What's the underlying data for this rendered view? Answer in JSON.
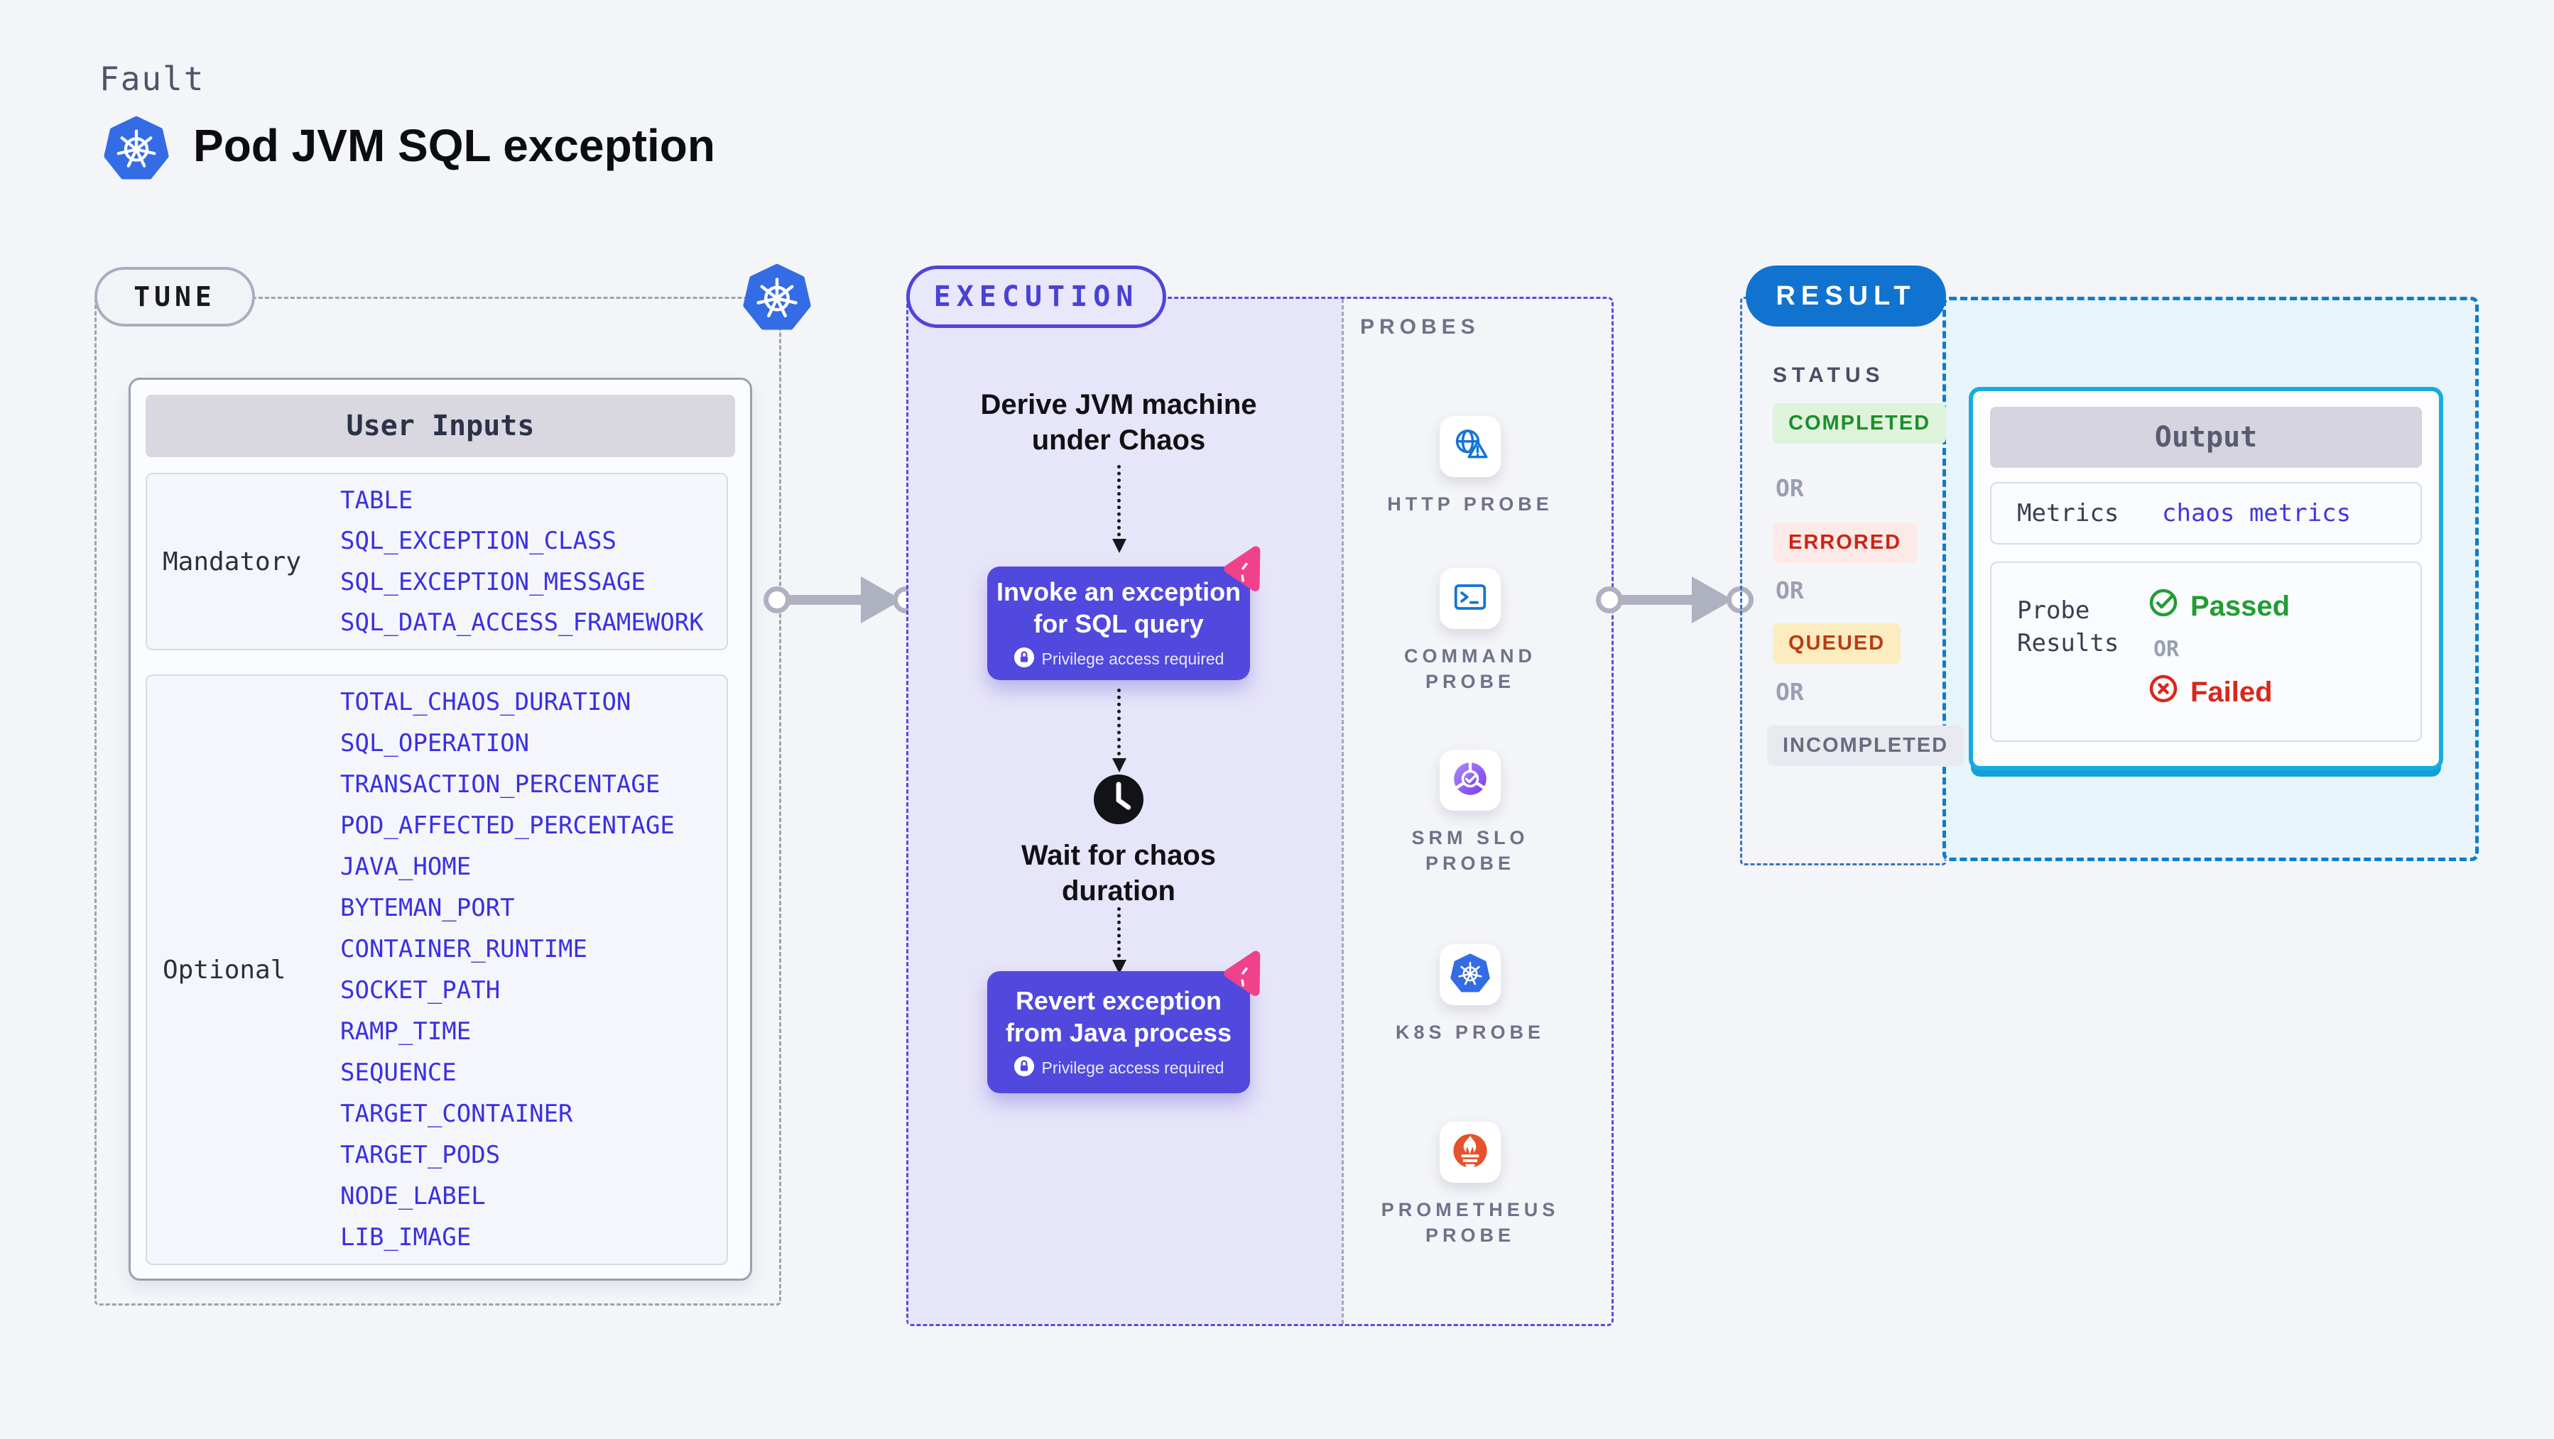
{
  "header": {
    "eyebrow": "Fault",
    "title": "Pod JVM SQL exception"
  },
  "tune": {
    "badge": "TUNE",
    "table_title": "User Inputs",
    "mandatory_label": "Mandatory",
    "mandatory_params": [
      "TABLE",
      "SQL_EXCEPTION_CLASS",
      "SQL_EXCEPTION_MESSAGE",
      "SQL_DATA_ACCESS_FRAMEWORK"
    ],
    "optional_label": "Optional",
    "optional_params": [
      "TOTAL_CHAOS_DURATION",
      "SQL_OPERATION",
      "TRANSACTION_PERCENTAGE",
      "POD_AFFECTED_PERCENTAGE",
      "JAVA_HOME",
      "BYTEMAN_PORT",
      "CONTAINER_RUNTIME",
      "SOCKET_PATH",
      "RAMP_TIME",
      "SEQUENCE",
      "TARGET_CONTAINER",
      "TARGET_PODS",
      "NODE_LABEL",
      "LIB_IMAGE"
    ]
  },
  "execution": {
    "badge": "EXECUTION",
    "derive_step": {
      "line1": "Derive JVM machine",
      "line2": "under Chaos"
    },
    "invoke_step": {
      "line1": "Invoke an exception",
      "line2": "for SQL query",
      "note": "Privilege access required"
    },
    "wait_step": {
      "line1": "Wait for chaos",
      "line2": "duration"
    },
    "revert_step": {
      "line1": "Revert exception",
      "line2": "from Java process",
      "note": "Privilege access required"
    }
  },
  "probes": {
    "heading": "PROBES",
    "items": [
      {
        "icon": "globe-alert-icon",
        "line1": "HTTP PROBE",
        "line2": ""
      },
      {
        "icon": "terminal-icon",
        "line1": "COMMAND",
        "line2": "PROBE"
      },
      {
        "icon": "slo-donut-icon",
        "line1": "SRM SLO",
        "line2": "PROBE"
      },
      {
        "icon": "kubernetes-icon",
        "line1": "K8S PROBE",
        "line2": ""
      },
      {
        "icon": "prometheus-icon",
        "line1": "PROMETHEUS",
        "line2": "PROBE"
      }
    ]
  },
  "result": {
    "badge": "RESULT",
    "status_heading": "STATUS",
    "or_label": "OR",
    "statuses": [
      {
        "label": "COMPLETED"
      },
      {
        "label": "ERRORED"
      },
      {
        "label": "QUEUED"
      },
      {
        "label": "INCOMPLETED"
      }
    ],
    "output": {
      "title": "Output",
      "metrics_label": "Metrics",
      "metrics_value": "chaos metrics",
      "probe_results_label": "Probe Results",
      "passed_label": "Passed",
      "failed_label": "Failed"
    }
  },
  "colors": {
    "param_blue": "#3a30e2",
    "indigo_accent": "#5148de",
    "execution_fill": "#e7e5f9",
    "chaos_pink": "#f0428a",
    "probe_icon_blue": "#1574d4",
    "kubernetes_blue": "#336ce4",
    "prometheus_orange": "#e6522c",
    "result_blue": "#1173d0",
    "output_border_cyan": "#16abe2",
    "output_panel_bg": "#e8f4fb",
    "completed_green": "#1d8e2b",
    "errored_red": "#cd2415",
    "queued_red": "#bf3a12",
    "incompleted_gray": "#666c80",
    "passed_green": "#229c35",
    "failed_red": "#d8281c",
    "arrow_gray": "#adb1c0"
  }
}
